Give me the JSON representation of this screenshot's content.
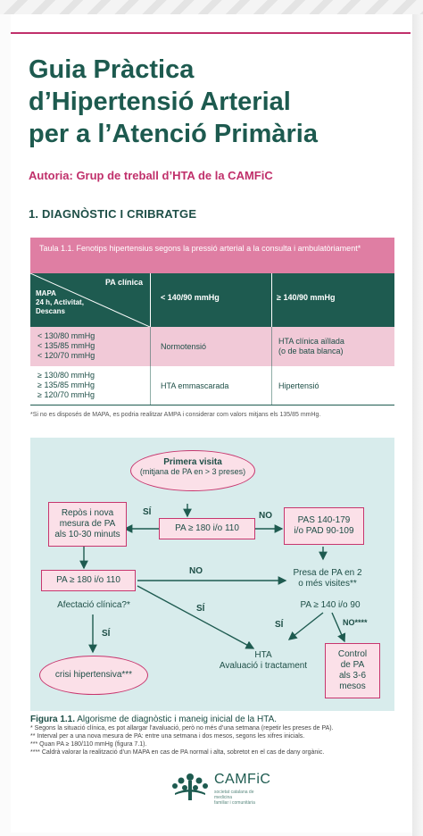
{
  "doc": {
    "title_lines": [
      "Guia Pràctica",
      "d’Hipertensió Arterial",
      "per a l’Atenció Primària"
    ],
    "subtitle": "Autoria: Grup de treball d’HTA de la CAMFiC",
    "section": "1. DIAGNÒSTIC I CRIBRATGE"
  },
  "table": {
    "caption": "Taula 1.1. Fenotips hipertensius segons la pressió arterial a la consulta i ambulatòriament*",
    "corner_top": "PA clínica",
    "corner_bottom": [
      "MAPA",
      "24 h, Activitat,",
      "Descans"
    ],
    "col_headers": [
      "< 140/90 mmHg",
      "≥ 140/90 mmHg"
    ],
    "rows": [
      {
        "label": [
          "< 130/80 mmHg",
          "< 135/85 mmHg",
          "< 120/70 mmHg"
        ],
        "c1": "Normotensió",
        "c2": [
          "HTA clínica aïllada",
          "(o de bata blanca)"
        ]
      },
      {
        "label": [
          "≥ 130/80 mmHg",
          "≥ 135/85 mmHg",
          "≥ 120/70 mmHg"
        ],
        "c1": "HTA emmascarada",
        "c2": [
          "Hipertensió"
        ]
      }
    ],
    "footnote": "*Si no es disposés de MAPA, es podria realitzar AMPA i considerar com valors mitjans els 135/85 mmHg."
  },
  "flow": {
    "start_title": "Primera visita",
    "start_sub": "(mitjana de PA en > 3 preses)",
    "repos": [
      "Repòs i nova",
      "mesura de PA",
      "als 10-30 minuts"
    ],
    "pa180": "PA ≥ 180 i/o 110",
    "pas": [
      "PAS 140-179",
      "i/o PAD 90-109"
    ],
    "pa180b": "PA ≥ 180 i/o 110",
    "presa": [
      "Presa de PA en 2",
      "o més visites**"
    ],
    "afectacio": "Afectació clínica?*",
    "pa140": "PA ≥ 140 i/o 90",
    "hta": [
      "HTA",
      "Avaluació i tractament"
    ],
    "control": [
      "Control",
      "de PA",
      "als 3-6",
      "mesos"
    ],
    "crisi": "crisi hipertensiva***",
    "labels": {
      "si1": "SÍ",
      "no1": "NO",
      "no2": "NO",
      "si2": "SÍ",
      "si3": "SÍ",
      "si4": "SÍ",
      "no3": "NO****"
    }
  },
  "figure": {
    "caption_bold": "Figura 1.1.",
    "caption_rest": " Algorisme de diagnòstic i maneig inicial de la HTA.",
    "notes": [
      "* Segons la situació clínica, es pot allargar l’avaluació, però no més d’una setmana (repetir les preses de PA).",
      "** Interval per a una nova mesura de PA: entre una setmana i dos mesos, segons les xifres inicials.",
      "*** Quan PA ≥ 180/110 mmHg (figura 7.1).",
      "**** Caldrà valorar la realització d’un MAPA en cas de PA normal i alta, sobretot en el cas de dany orgànic."
    ]
  },
  "logo": {
    "name": "CAMFiC",
    "sub": [
      "societat catalana de medicina",
      "familiar i comunitària"
    ]
  },
  "colors": {
    "brand_green": "#1e5b50",
    "accent_pink": "#c0306b",
    "flow_bg": "#d8ecec"
  }
}
